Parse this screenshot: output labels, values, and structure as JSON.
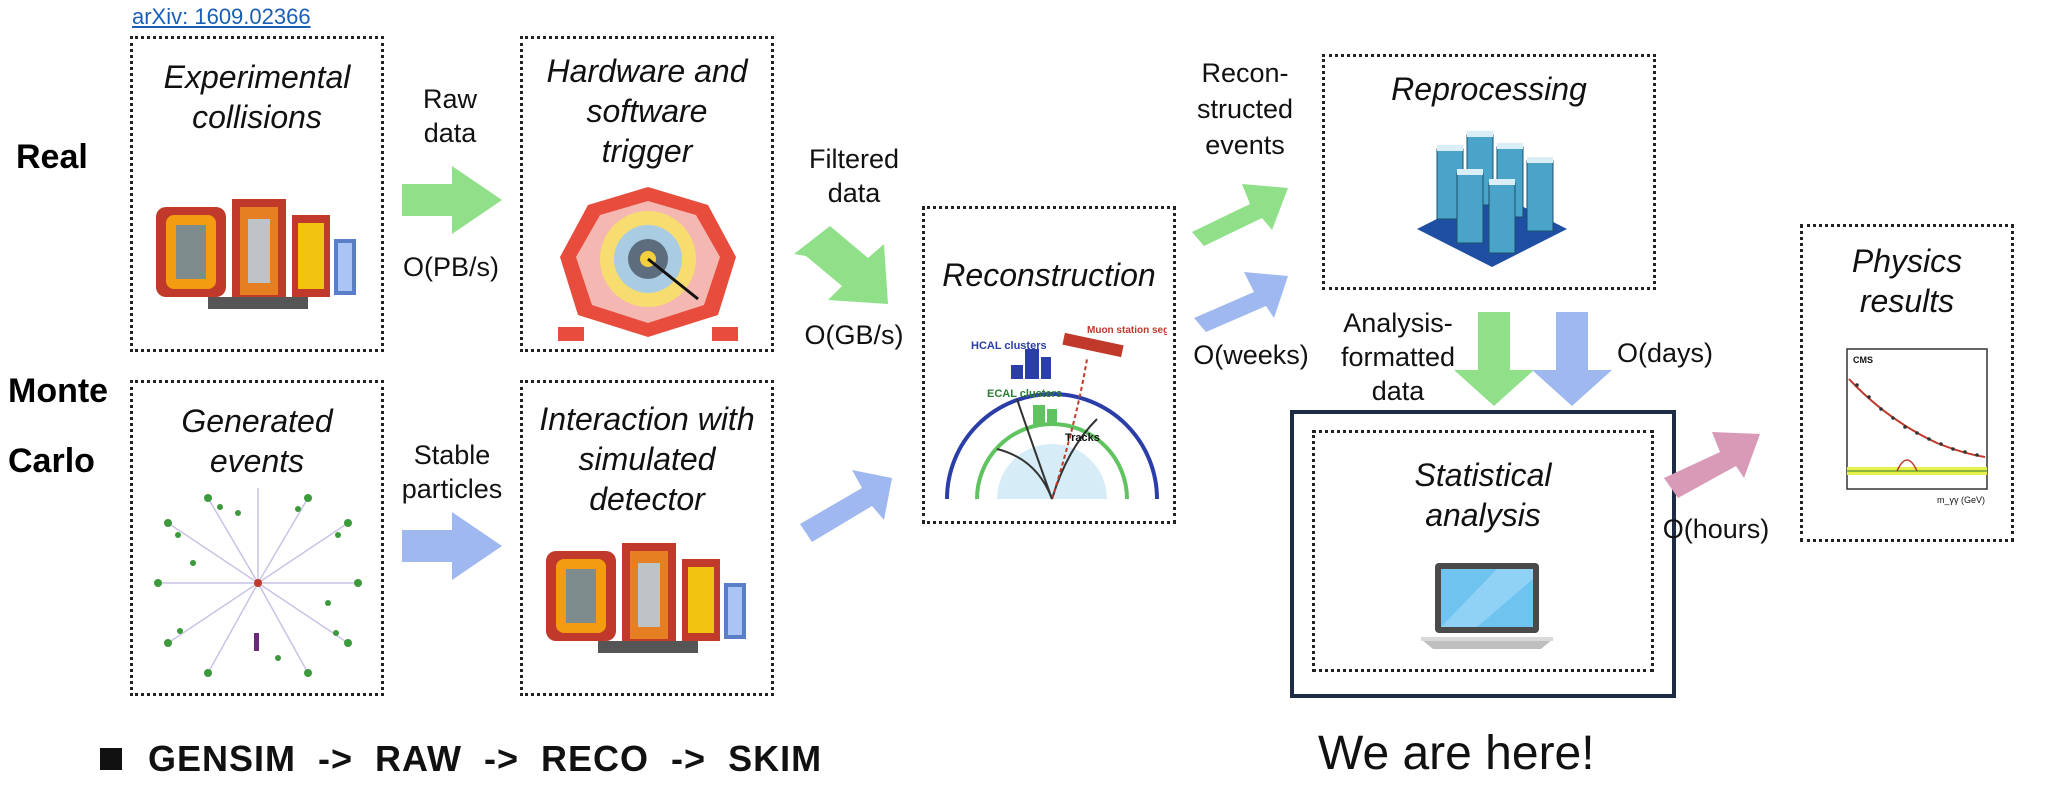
{
  "reference_link": "arXiv:  1609.02366",
  "side_labels": {
    "real": "Real",
    "monte": "Monte",
    "carlo": "Carlo"
  },
  "boxes": {
    "experimental": [
      "Experimental",
      "collisions"
    ],
    "trigger": [
      "Hardware and",
      "software",
      "trigger"
    ],
    "generated": [
      "Generated",
      "events"
    ],
    "interaction": [
      "Interaction with",
      "simulated",
      "detector"
    ],
    "reconstruction": [
      "Reconstruction"
    ],
    "reprocessing": [
      "Reprocessing"
    ],
    "statistical": [
      "Statistical",
      "analysis"
    ],
    "physics": [
      "Physics",
      "results"
    ]
  },
  "flow_labels": {
    "raw_data": [
      "Raw",
      "data"
    ],
    "opb": "O(PB/s)",
    "filtered": [
      "Filtered",
      "data"
    ],
    "ogb": "O(GB/s)",
    "stable": [
      "Stable",
      "particles"
    ],
    "recon_events": [
      "Recon-",
      "structed",
      "events"
    ],
    "oweeks": "O(weeks)",
    "analysis_formatted": [
      "Analysis-",
      "formatted",
      "data"
    ],
    "odays": "O(days)",
    "ohours": "O(hours)"
  },
  "detector_labels": {
    "hcal": "HCAL clusters",
    "ecal": "ECAL clusters",
    "muon": "Muon station segment",
    "tracks": "Tracks"
  },
  "plot_labels": {
    "cms": "CMS",
    "xaxis": "m_γγ (GeV)"
  },
  "chain": "GENSIM  ->  RAW  ->  RECO  ->  SKIM",
  "we_are_here": "We are here!",
  "colors": {
    "green_arrow": "#90e08a",
    "blue_arrow": "#9fb8f0",
    "pink_arrow": "#d99ab8",
    "highlight_border": "#1e2b45",
    "link": "#1a5fb4"
  }
}
